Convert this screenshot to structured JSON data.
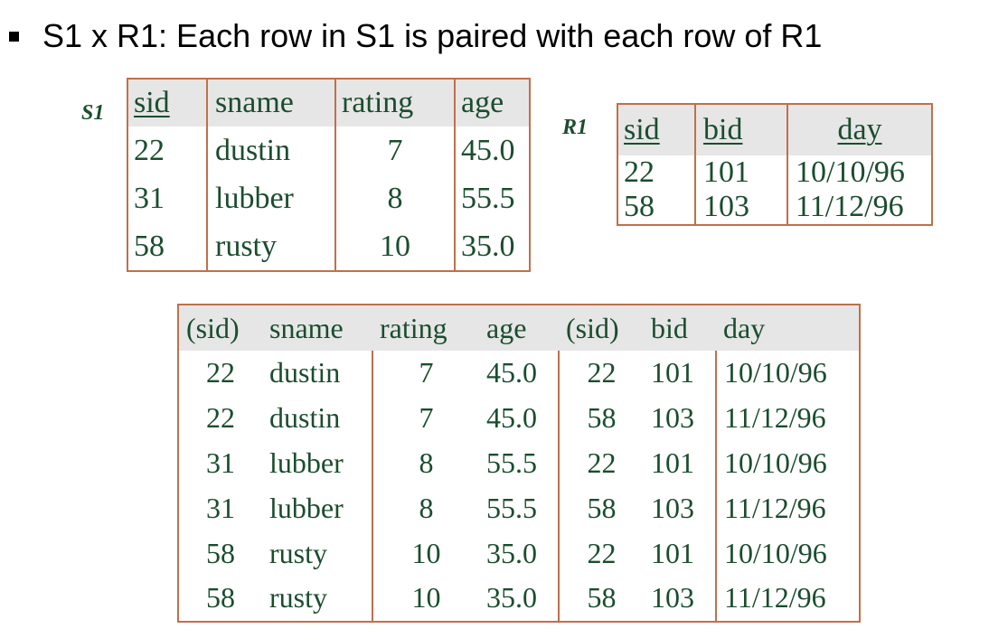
{
  "heading": {
    "text": "S1 x R1: Each row in S1 is paired with each row of R1"
  },
  "s1": {
    "label": "S1",
    "headers": [
      "sid",
      "sname",
      "rating",
      "age"
    ],
    "rows": [
      [
        "22",
        "dustin",
        "7",
        "45.0"
      ],
      [
        "31",
        "lubber",
        "8",
        "55.5"
      ],
      [
        "58",
        "rusty",
        "10",
        "35.0"
      ]
    ]
  },
  "r1": {
    "label": "R1",
    "headers": [
      "sid",
      "bid",
      "day"
    ],
    "rows": [
      [
        "22",
        "101",
        "10/10/96"
      ],
      [
        "58",
        "103",
        "11/12/96"
      ]
    ]
  },
  "cross": {
    "headers": [
      "(sid)",
      "sname",
      "rating",
      "age",
      "(sid)",
      "bid",
      "day"
    ],
    "rows": [
      [
        "22",
        "dustin",
        "7",
        "45.0",
        "22",
        "101",
        "10/10/96"
      ],
      [
        "22",
        "dustin",
        "7",
        "45.0",
        "58",
        "103",
        "11/12/96"
      ],
      [
        "31",
        "lubber",
        "8",
        "55.5",
        "22",
        "101",
        "10/10/96"
      ],
      [
        "31",
        "lubber",
        "8",
        "55.5",
        "58",
        "103",
        "11/12/96"
      ],
      [
        "58",
        "rusty",
        "10",
        "35.0",
        "22",
        "101",
        "10/10/96"
      ],
      [
        "58",
        "rusty",
        "10",
        "35.0",
        "58",
        "103",
        "11/12/96"
      ]
    ]
  },
  "colors": {
    "table_text": "#1a4d2e",
    "table_border": "#c0704a",
    "header_bg": "#e6e6e6"
  }
}
